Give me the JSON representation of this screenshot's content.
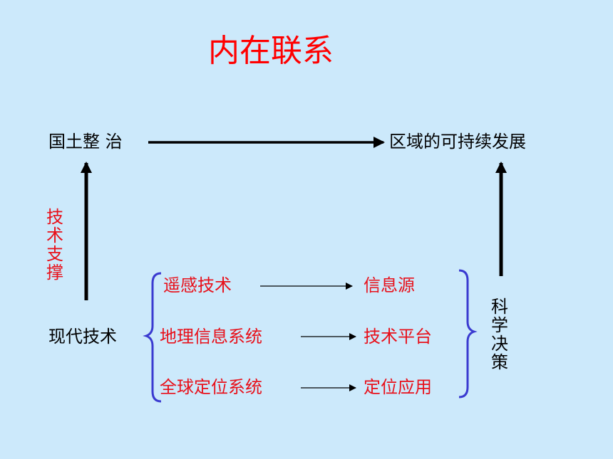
{
  "slide": {
    "title": "内在联系",
    "nodes": {
      "land_governance": "国土整 治",
      "sustainable_development": "区域的可持续发展",
      "modern_tech": "现代技术",
      "tech_support": "技术支撑",
      "scientific_decision": "科学决策"
    },
    "technologies": [
      {
        "name": "遥感技术",
        "role": "信息源"
      },
      {
        "name": "地理信息系统",
        "role": "技术平台"
      },
      {
        "name": "全球定位系统",
        "role": "定位应用"
      }
    ]
  },
  "colors": {
    "background": "#cce9fb",
    "title": "#ff0000",
    "red_text": "#e8101a",
    "brace": "#3a3ad0",
    "arrow": "#000000"
  }
}
